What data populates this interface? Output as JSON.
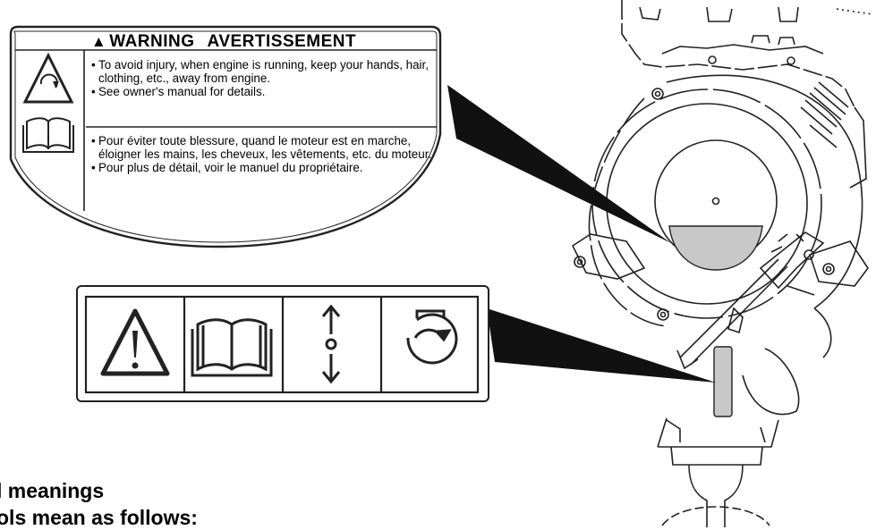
{
  "warning_label": {
    "title_en": "WARNING",
    "title_fr": "AVERTISSEMENT",
    "english": [
      "To avoid injury, when engine is running, keep your hands, hair, clothing, etc., away from engine.",
      "See owner's manual for details."
    ],
    "french": [
      "Pour éviter toute blessure, quand le moteur est en marche, éloigner les mains, les cheveux, les vêtements, etc. du moteur.",
      "Pour plus de détail, voir le manuel du propriétaire."
    ]
  },
  "symbol_label": {
    "icons": [
      "warning-triangle-icon",
      "owners-manual-book-icon",
      "up-down-arrow-icon",
      "rotating-part-icon"
    ]
  },
  "headings": {
    "line1": "l meanings",
    "line2": "ols mean as follows:"
  }
}
